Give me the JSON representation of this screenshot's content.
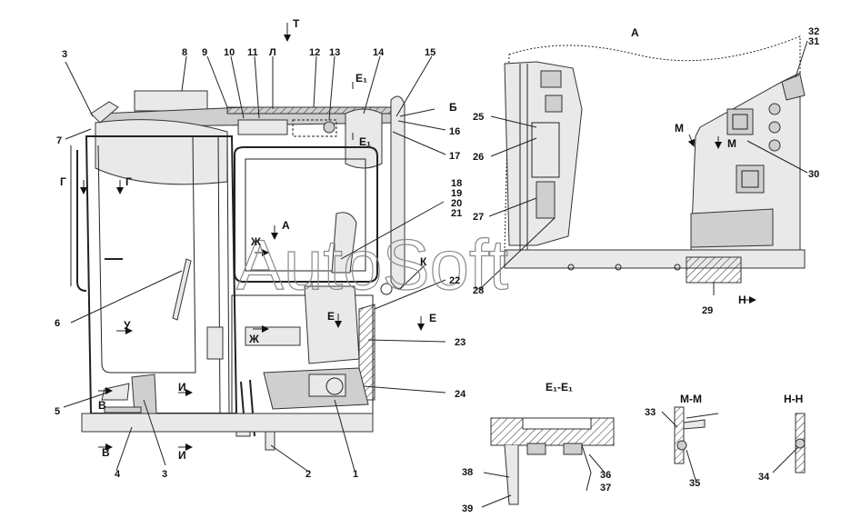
{
  "watermark": "AutoSoft",
  "callouts": [
    "1",
    "2",
    "3",
    "3",
    "4",
    "5",
    "6",
    "7",
    "8",
    "9",
    "10",
    "11",
    "Л",
    "12",
    "13",
    "14",
    "15",
    "16",
    "17",
    "18",
    "19",
    "20",
    "21",
    "22",
    "23",
    "24",
    "25",
    "26",
    "27",
    "28",
    "29",
    "30",
    "31",
    "32",
    "33",
    "34",
    "35",
    "36",
    "37",
    "38",
    "39"
  ],
  "sections": {
    "t": "Т",
    "a_top": "А",
    "b": "Б",
    "g1": "Г",
    "g2": "Г",
    "a_arrow": "А",
    "zh1": "Ж",
    "zh2": "Ж",
    "k": "К",
    "u": "У",
    "e1_top": "Е₁",
    "e1_bot": "Е₁",
    "e_arrow": "Е",
    "e_small": "Е",
    "v1": "В",
    "v2": "В",
    "i1": "И",
    "i2": "И",
    "m1": "М",
    "m2": "М",
    "n": "Н",
    "view_e1": "Е₁-Е₁",
    "view_m": "М-М",
    "view_n": "Н-Н"
  }
}
